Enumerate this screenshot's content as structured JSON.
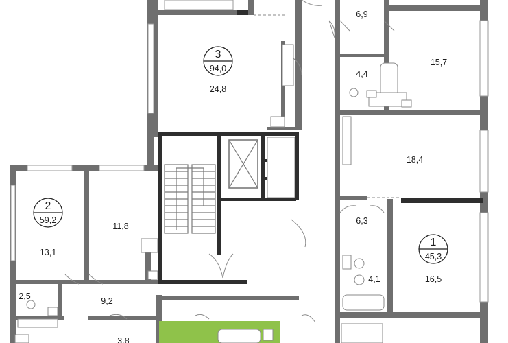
{
  "apartments": [
    {
      "number": "3",
      "total_area": "94,0"
    },
    {
      "number": "2",
      "total_area": "59,2"
    },
    {
      "number": "1",
      "total_area": "45,3"
    }
  ],
  "rooms": [
    "6,9",
    "24,8",
    "15,7",
    "4,4",
    "18,4",
    "11,8",
    "13,1",
    "6,3",
    "4,1",
    "16,5",
    "2,5",
    "9,2",
    "3,8"
  ],
  "colors": {
    "wall": "#6f6f6f",
    "core_wall": "#2e2e2e",
    "balcony_highlight": "#8fc24a"
  }
}
